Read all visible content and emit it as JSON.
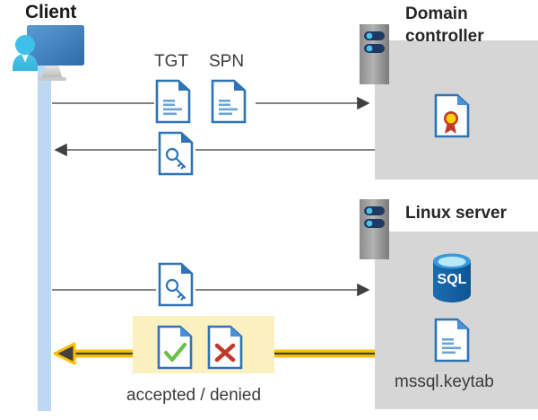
{
  "diagram": {
    "title": "Kerberos authentication flow between client, domain controller and Linux server",
    "type": "sequence-diagram"
  },
  "actors": {
    "client": {
      "label": "Client",
      "icon": "user-computer-icon"
    },
    "domain_controller": {
      "label": "Domain controller",
      "icon": "server-rack-icon"
    },
    "linux_server": {
      "label": "Linux server",
      "icon": "server-rack-icon"
    }
  },
  "messages": [
    {
      "id": "msg1",
      "direction": "right",
      "artifacts": [
        "TGT",
        "SPN"
      ],
      "icon": "document-icon"
    },
    {
      "id": "msg2",
      "direction": "left",
      "artifacts": [],
      "icon": "key-document-icon"
    },
    {
      "id": "msg3",
      "direction": "right",
      "artifacts": [],
      "icon": "key-document-icon"
    },
    {
      "id": "msg4",
      "direction": "left",
      "artifacts": [],
      "icon": "result-documents",
      "highlighted": true
    }
  ],
  "labels": {
    "tgt": "TGT",
    "spn": "SPN",
    "accepted_denied": "accepted / denied",
    "keytab_file": "mssql.keytab"
  },
  "icons": {
    "certificate": "certificate-document-icon",
    "database": "sql-database-icon",
    "keytab": "document-icon",
    "accepted": "document-check-icon",
    "denied": "document-cross-icon"
  },
  "colors": {
    "panel_gray": "#d6d6d6",
    "lifeline_blue": "#bcd8f2",
    "doc_blue": "#2e74b5",
    "highlight_yellow": "#fbf0c0",
    "arrow_gold": "#ffc000",
    "arrow_dark": "#404040",
    "accept_green": "#6cbf4b",
    "deny_red": "#c00000",
    "sql_blue": "#1a6cb0",
    "cert_gold": "#ffd300",
    "cert_red": "#c0392b",
    "rack_gray": "#9e9e9e",
    "rack_navy": "#1f3864",
    "text_dark": "#262626"
  }
}
